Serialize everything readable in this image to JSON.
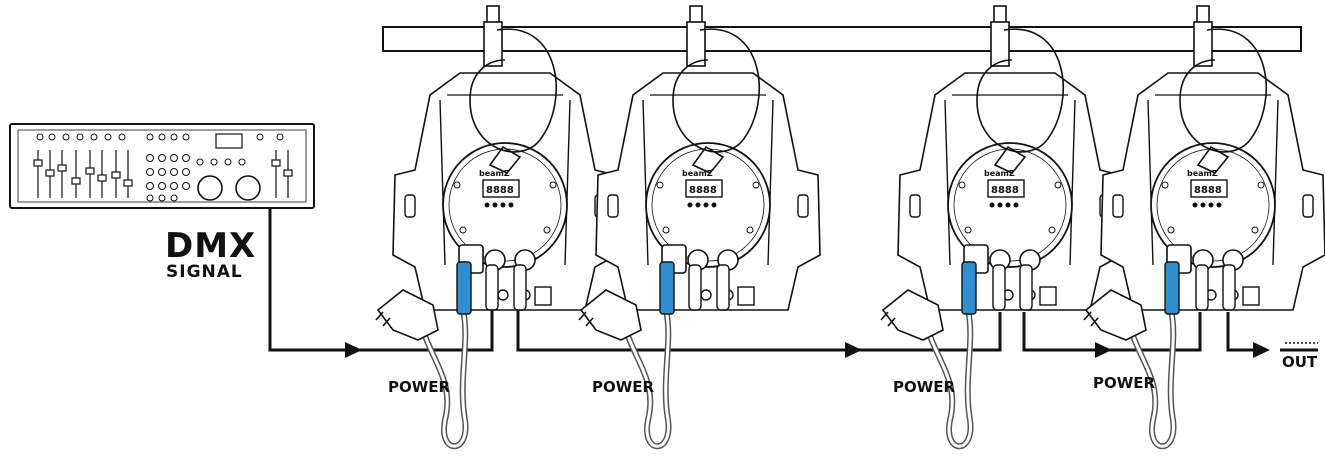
{
  "controller": {
    "label_line1": "DMX",
    "label_line2": "SIGNAL",
    "display_text": ""
  },
  "fixtures": [
    {
      "brand": "beamZ",
      "display": "8888",
      "power_label": "POWER"
    },
    {
      "brand": "beamZ",
      "display": "8888",
      "power_label": "POWER"
    },
    {
      "brand": "beamZ",
      "display": "8888",
      "power_label": "POWER"
    },
    {
      "brand": "beamZ",
      "display": "8888",
      "power_label": "POWER"
    }
  ],
  "output_label": "OUT",
  "colors": {
    "line": "#111111",
    "iec_connector": "#2f8fd0",
    "cable": "#555555"
  }
}
